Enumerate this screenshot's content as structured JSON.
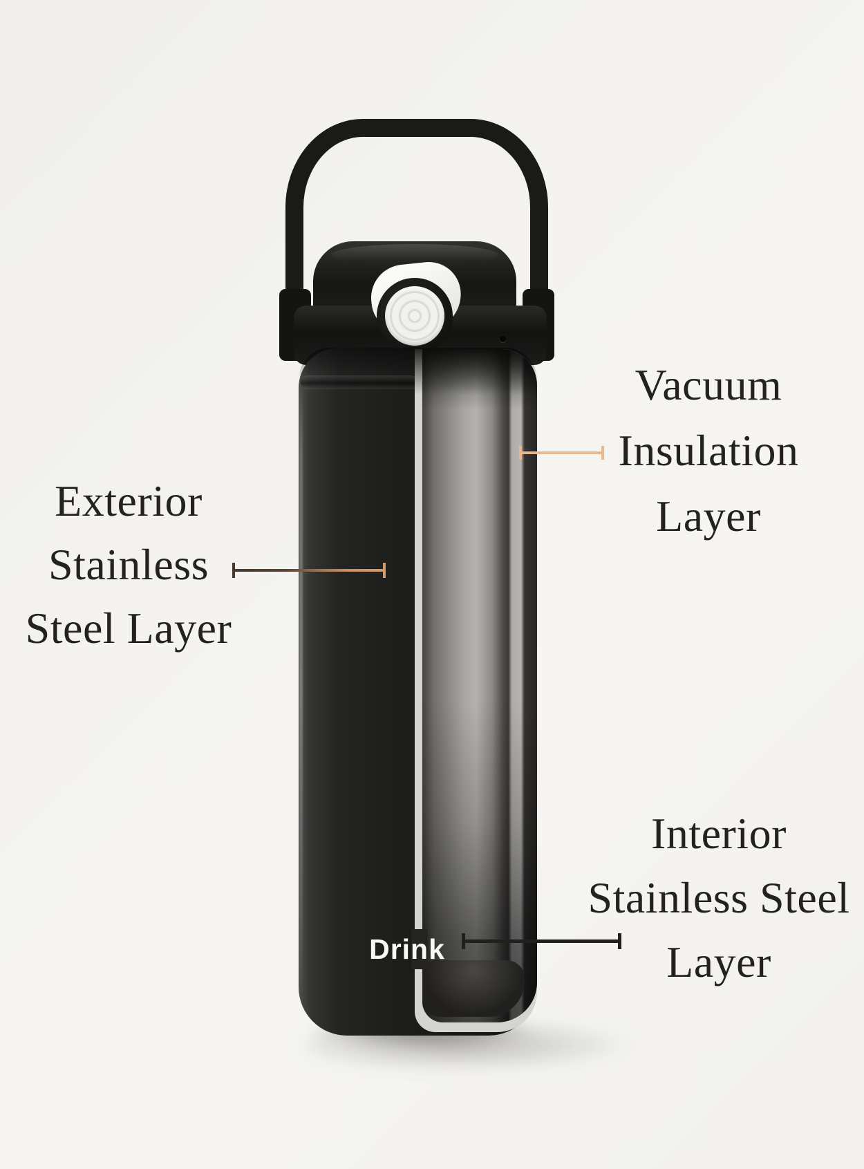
{
  "product": {
    "wordmark": "Drink"
  },
  "callouts": {
    "exterior": {
      "lines": [
        "Exterior",
        "Stainless",
        "Steel Layer"
      ]
    },
    "vacuum": {
      "lines": [
        "Vacuum",
        "Insulation",
        "Layer"
      ]
    },
    "interior": {
      "lines": [
        "Interior",
        "Stainless Steel",
        "Layer"
      ]
    }
  },
  "colors": {
    "background": "#f4f3f0",
    "text": "#232220",
    "bottle_black": "#1c1c1a",
    "cut_edge_white": "#d6d4d1",
    "steel_silver": "#b5b3b0",
    "leader_dark": "#21201e",
    "leader_copper": "#c89064",
    "leader_copper_dark": "#46382e",
    "leader_peach": "#e9b88c",
    "wordmark_white": "#f8f8f6"
  }
}
